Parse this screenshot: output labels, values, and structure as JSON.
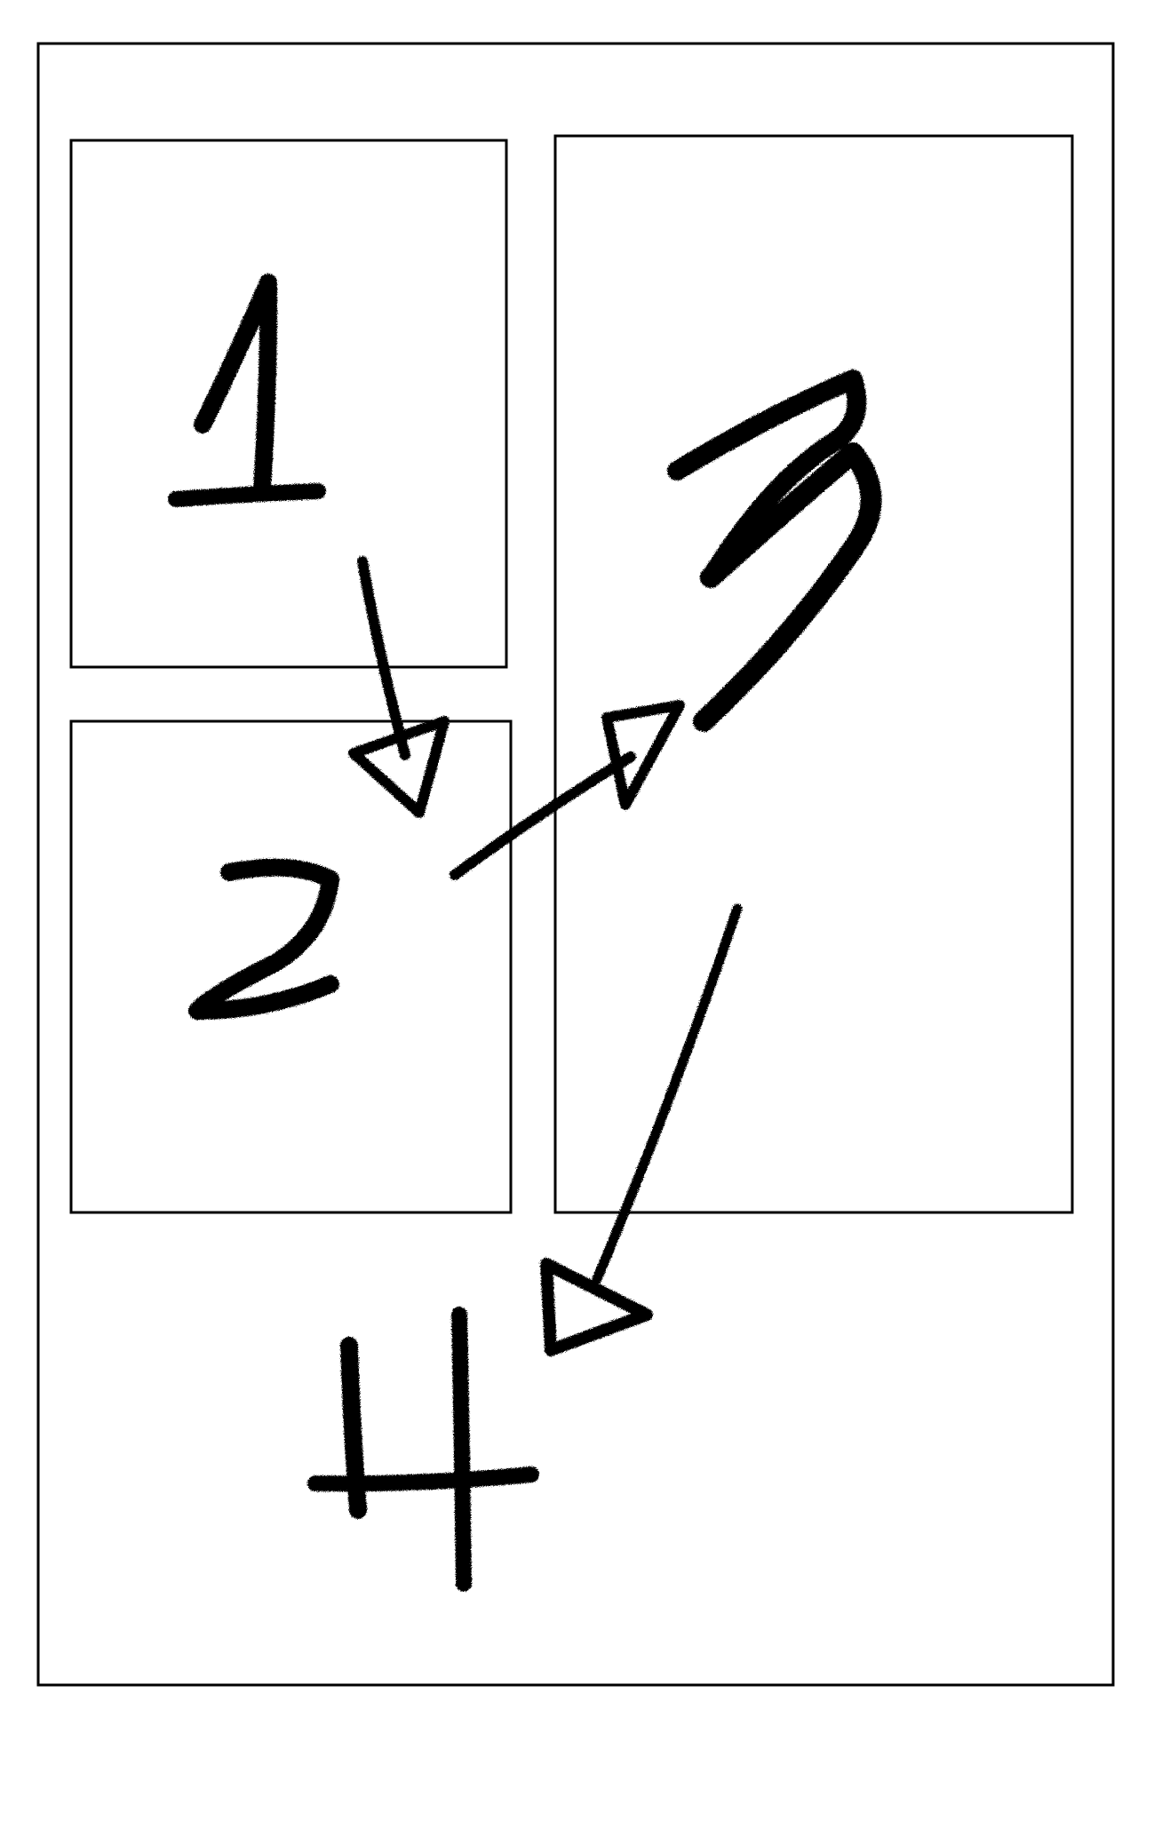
{
  "diagram": {
    "panels": [
      {
        "id": "panel-1",
        "number": "1"
      },
      {
        "id": "panel-2",
        "number": "2"
      },
      {
        "id": "panel-3",
        "number": "3"
      },
      {
        "id": "panel-4",
        "number": "4"
      }
    ],
    "reading_order": [
      {
        "from": "1",
        "to": "2"
      },
      {
        "from": "2",
        "to": "3"
      },
      {
        "from": "3",
        "to": "4"
      }
    ],
    "colors": {
      "ink": "#000000",
      "paper": "#ffffff"
    },
    "style": "hand-drawn pencil"
  }
}
